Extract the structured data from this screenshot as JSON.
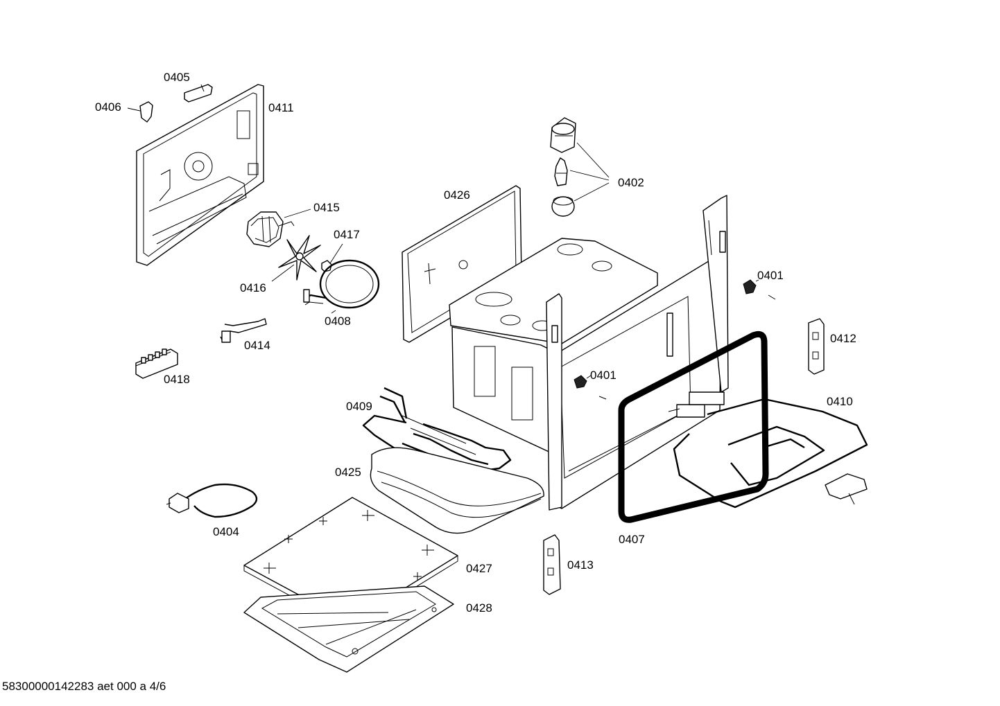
{
  "parts": {
    "p0405": "0405",
    "p0406": "0406",
    "p0411": "0411",
    "p0402": "0402",
    "p0426": "0426",
    "p0415": "0415",
    "p0417": "0417",
    "p0416": "0416",
    "p0408": "0408",
    "p0401_a": "0401",
    "p0401_b": "0401",
    "p0412": "0412",
    "p0414": "0414",
    "p0418": "0418",
    "p0409": "0409",
    "p0410": "0410",
    "p0425": "0425",
    "p0404": "0404",
    "p0407": "0407",
    "p0427": "0427",
    "p0413": "0413",
    "p0428": "0428"
  },
  "footer": "58300000142283 aet 000 a 4/6"
}
